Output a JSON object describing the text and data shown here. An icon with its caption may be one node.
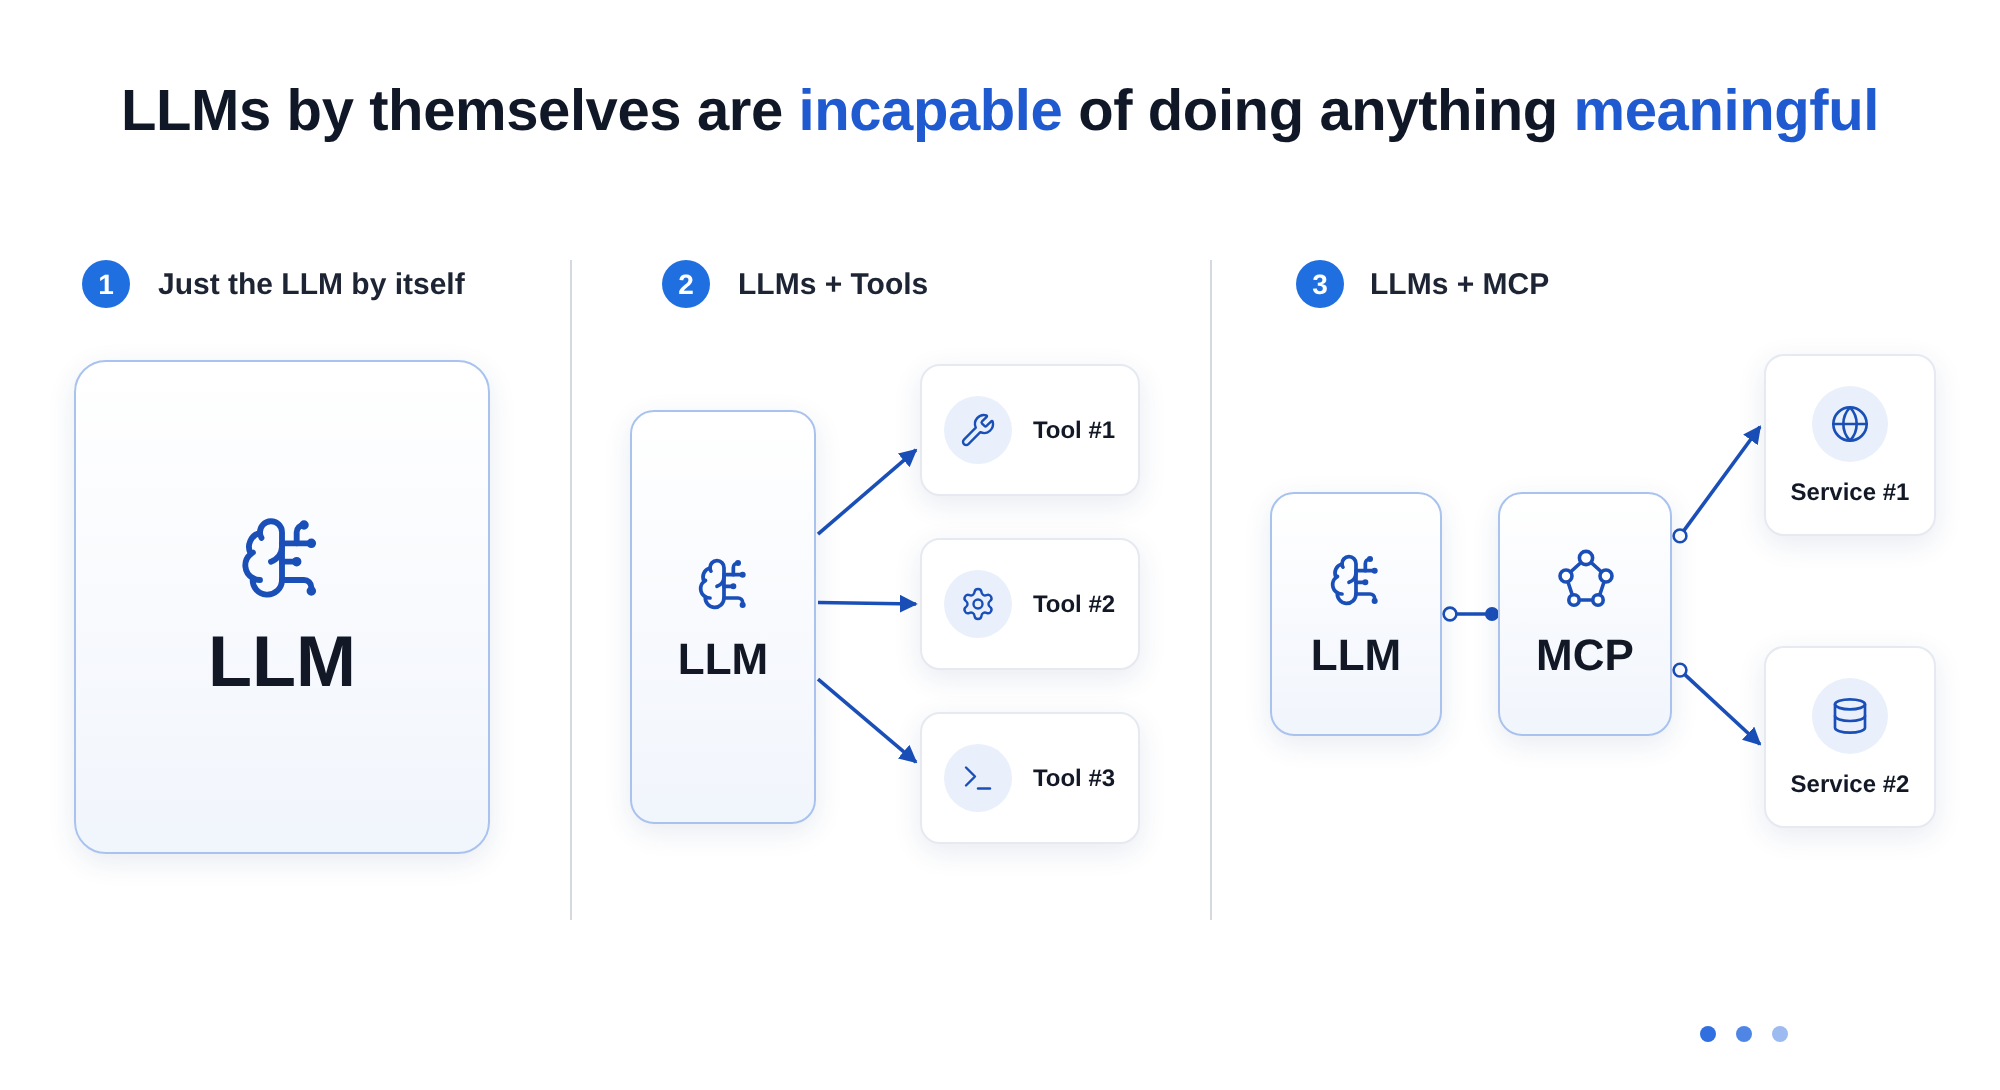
{
  "diagram": {
    "title": "LLMs by themselves are **incapable** of doing anything **meaningful**",
    "nodes": [
      {
        "text": [
          "LLM"
        ]
      },
      {
        "text": [
          "LLM"
        ]
      },
      {
        "text": [
          "Tool #1"
        ]
      },
      {
        "text": [
          "Tool #2"
        ]
      },
      {
        "text": [
          "Tool #3"
        ]
      },
      {
        "text": [
          "LLM"
        ]
      },
      {
        "text": [
          "MCP"
        ]
      },
      {
        "text": [
          "Service #1"
        ]
      },
      {
        "text": [
          "Service #2"
        ]
      }
    ],
    "edges": [
      {
        "from": 1,
        "to": 2,
        "arrow": "to"
      },
      {
        "from": 1,
        "to": 3,
        "arrow": "to"
      },
      {
        "from": 1,
        "to": 4,
        "arrow": "to"
      },
      {
        "from": 5,
        "to": 6,
        "arrow": "other"
      },
      {
        "from": 6,
        "to": 7,
        "arrow": "to"
      },
      {
        "from": 6,
        "to": 8,
        "arrow": "to"
      }
    ],
    "labels": [
      "1",
      "Just the LLM by itself",
      "2",
      "LLMs + Tools",
      "3",
      "LLMs + MCP"
    ]
  }
}
